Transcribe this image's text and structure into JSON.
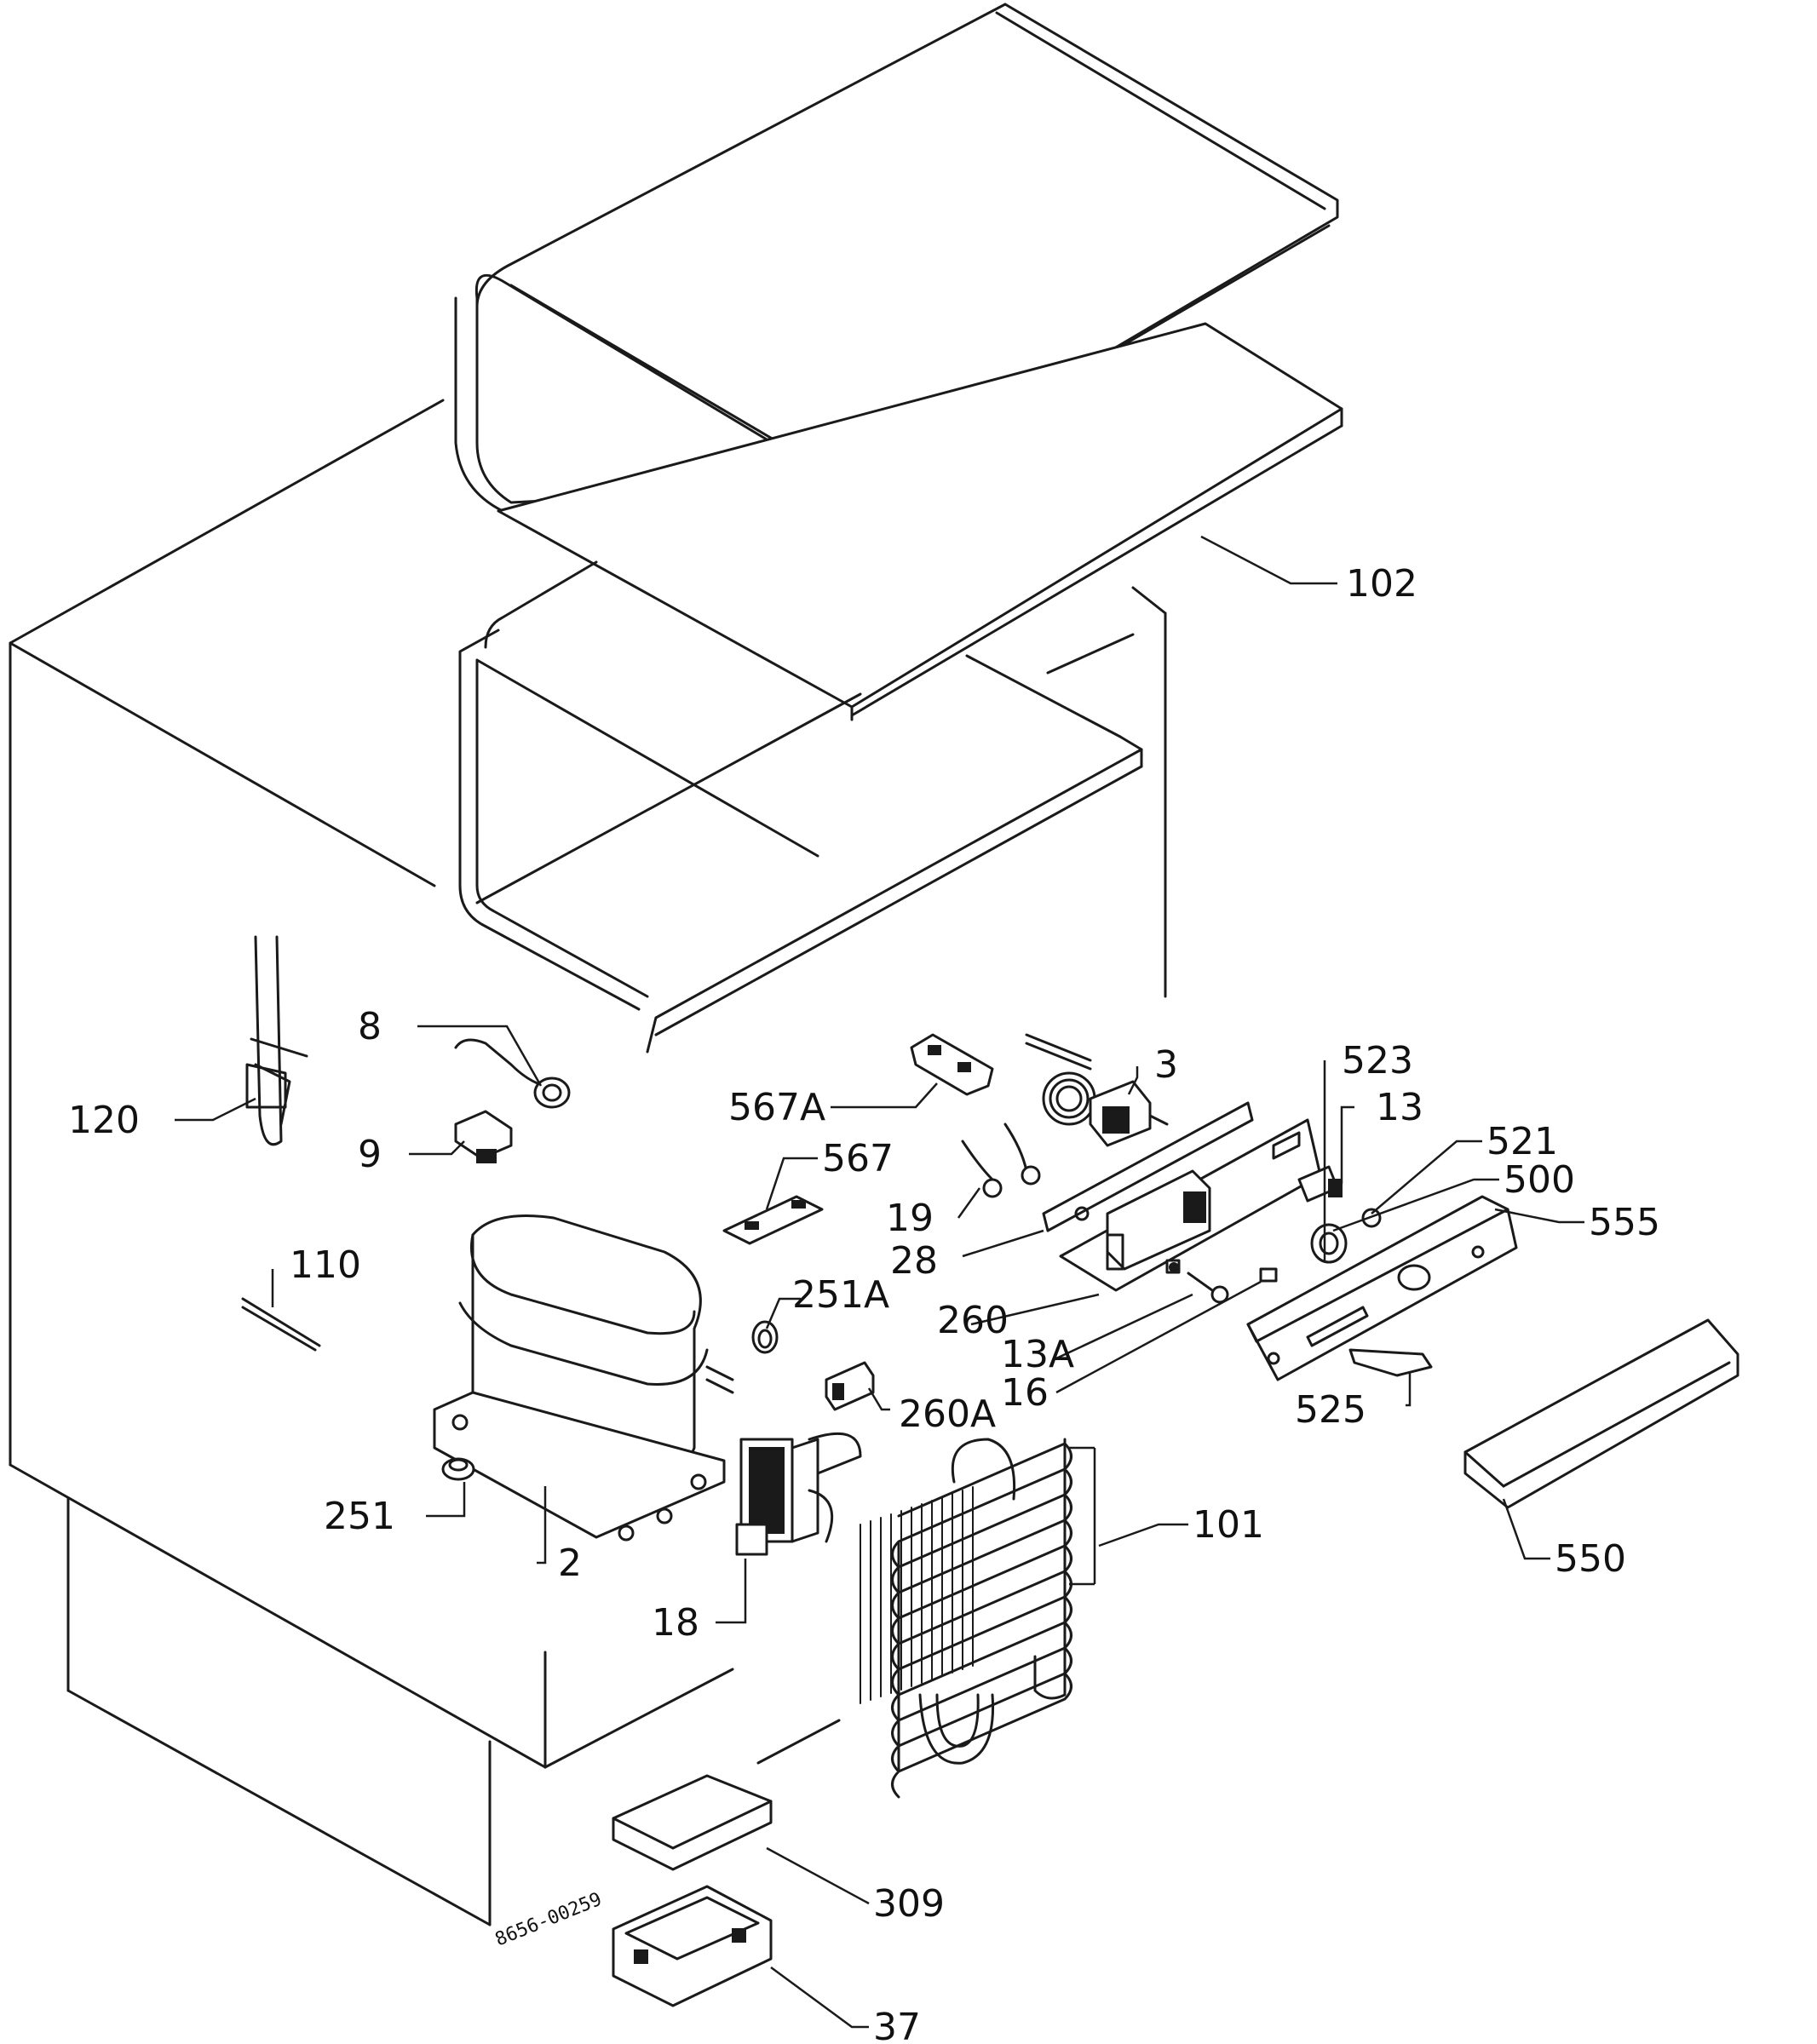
{
  "diagram": {
    "drawing_code": "8656-00259",
    "labels": {
      "l102": "102",
      "l8": "8",
      "l120": "120",
      "l9": "9",
      "l3": "3",
      "l567a": "567A",
      "l523": "523",
      "l13": "13",
      "l521": "521",
      "l500": "500",
      "l555": "555",
      "l567": "567",
      "l19": "19",
      "l28": "28",
      "l110": "110",
      "l251a": "251A",
      "l260": "260",
      "l13a": "13A",
      "l16": "16",
      "l525": "525",
      "l260a": "260A",
      "l251": "251",
      "l2": "2",
      "l101": "101",
      "l550": "550",
      "l18": "18",
      "l309": "309",
      "l37": "37"
    }
  }
}
